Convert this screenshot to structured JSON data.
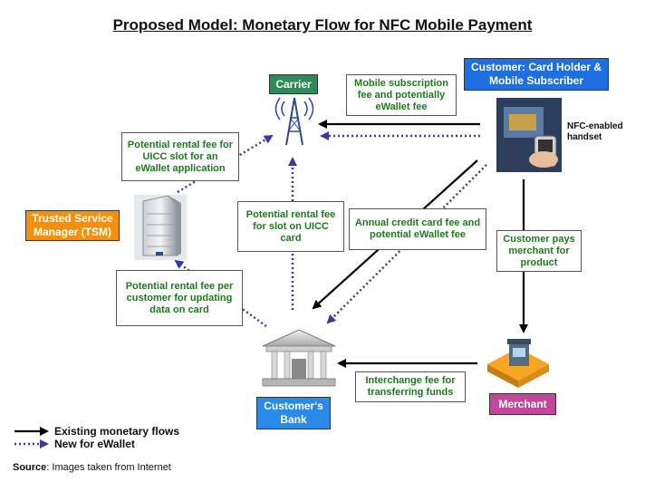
{
  "title": "Proposed Model: Monetary Flow for NFC Mobile Payment",
  "nodes": {
    "carrier": "Carrier",
    "customer": "Customer: Card Holder & Mobile Subscriber",
    "tsm": "Trusted Service Manager (TSM)",
    "bank": "Customer's Bank",
    "merchant": "Merchant"
  },
  "handset_label": "NFC-enabled handset",
  "notes": {
    "mobile_sub": "Mobile subscription fee and potentially eWallet fee",
    "uicc_ewallet": "Potential rental fee for UICC slot for an eWallet application",
    "uicc_card": "Potential rental fee for slot on UICC card",
    "annual_fee": "Annual credit card fee and potential eWallet fee",
    "pays_merchant": "Customer pays merchant for product",
    "update_data": "Potential rental fee per customer for updating data on card",
    "interchange": "Interchange fee for transferring funds"
  },
  "legend": {
    "existing": "Existing monetary flows",
    "new": "New for eWallet"
  },
  "source": {
    "label": "Source",
    "text": ": Images taken from Internet"
  },
  "colors": {
    "carrier": "#2e8b57",
    "customer": "#1e6fe0",
    "tsm": "#f5900c",
    "bank": "#2a8ae8",
    "merchant": "#c0479a",
    "note_text": "#1e7a1e",
    "new_flow": "#3a3aa0",
    "existing_flow": "#000000"
  }
}
